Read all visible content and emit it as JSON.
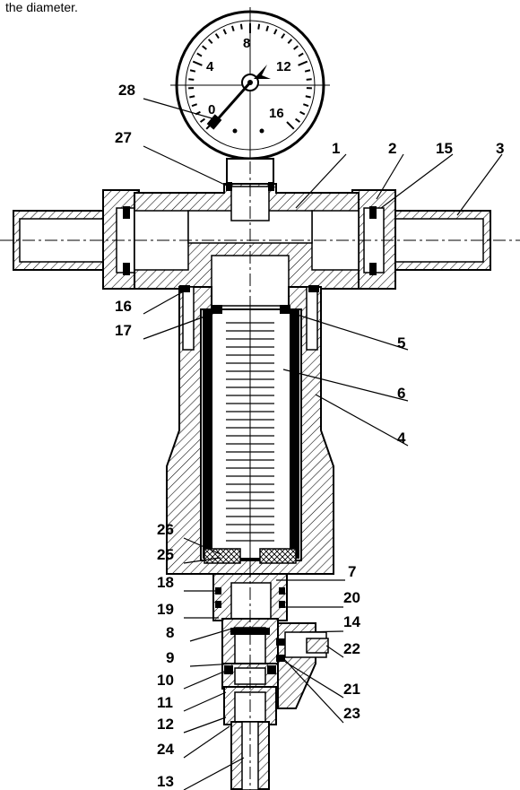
{
  "caption": "the diameter.",
  "gauge": {
    "ticks": [
      "0",
      "4",
      "8",
      "12",
      "16"
    ]
  },
  "callouts": [
    {
      "id": "28",
      "text": "28"
    },
    {
      "id": "27",
      "text": "27"
    },
    {
      "id": "1",
      "text": "1"
    },
    {
      "id": "2",
      "text": "2"
    },
    {
      "id": "15",
      "text": "15"
    },
    {
      "id": "3",
      "text": "3"
    },
    {
      "id": "16",
      "text": "16"
    },
    {
      "id": "17",
      "text": "17"
    },
    {
      "id": "5",
      "text": "5"
    },
    {
      "id": "6",
      "text": "6"
    },
    {
      "id": "4",
      "text": "4"
    },
    {
      "id": "26",
      "text": "26"
    },
    {
      "id": "25",
      "text": "25"
    },
    {
      "id": "7",
      "text": "7"
    },
    {
      "id": "18",
      "text": "18"
    },
    {
      "id": "20",
      "text": "20"
    },
    {
      "id": "19",
      "text": "19"
    },
    {
      "id": "14",
      "text": "14"
    },
    {
      "id": "8",
      "text": "8"
    },
    {
      "id": "22",
      "text": "22"
    },
    {
      "id": "9",
      "text": "9"
    },
    {
      "id": "10",
      "text": "10"
    },
    {
      "id": "21",
      "text": "21"
    },
    {
      "id": "11",
      "text": "11"
    },
    {
      "id": "23",
      "text": "23"
    },
    {
      "id": "12",
      "text": "12"
    },
    {
      "id": "24",
      "text": "24"
    },
    {
      "id": "13",
      "text": "13"
    }
  ]
}
